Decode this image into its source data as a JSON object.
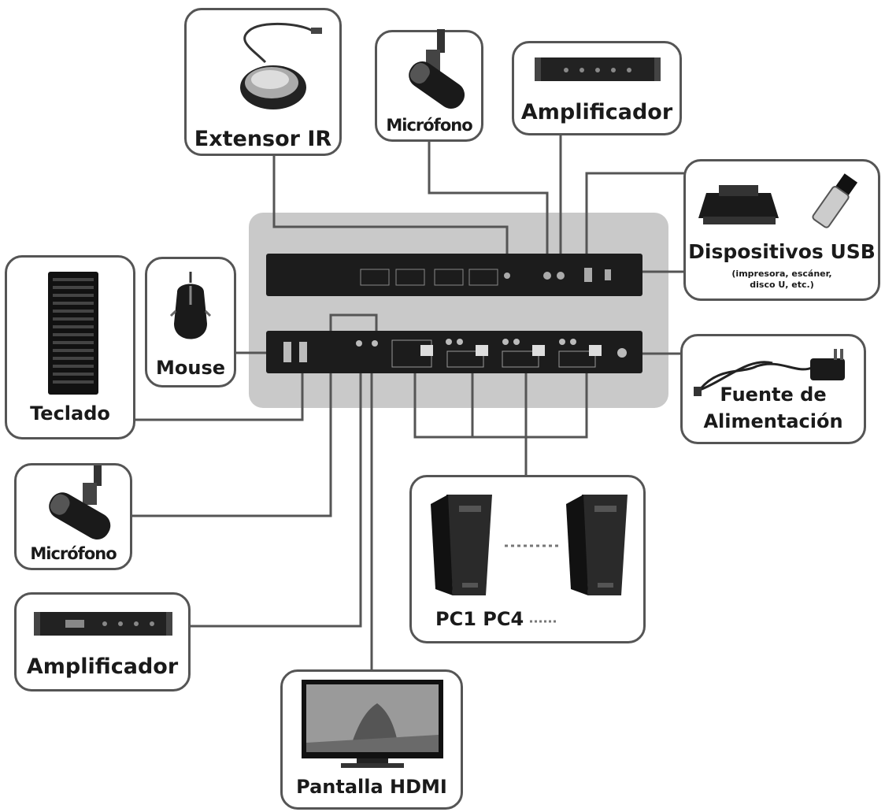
{
  "labels": {
    "ir": "Extensor IR",
    "mic_top": "Micrófono",
    "amp_top": "Amplificador",
    "usb": "Dispositivos USB",
    "usb_note_1": "(impresora, escáner,",
    "usb_note_2": "disco U, etc.)",
    "mouse": "Mouse",
    "keyboard": "Teclado",
    "power_1": "Fuente de",
    "power_2": "Alimentación",
    "mic_left": "Micrófono",
    "amp_left": "Amplificador",
    "pc": "PC1 PC4",
    "hdmi": "Pantalla HDMI"
  },
  "icons": [
    "ir-receiver-icon",
    "microphone-icon",
    "amplifier-icon",
    "printer-icon",
    "usb-stick-icon",
    "mouse-icon",
    "keyboard-icon",
    "power-adapter-icon",
    "pc-tower-icon",
    "monitor-icon"
  ]
}
